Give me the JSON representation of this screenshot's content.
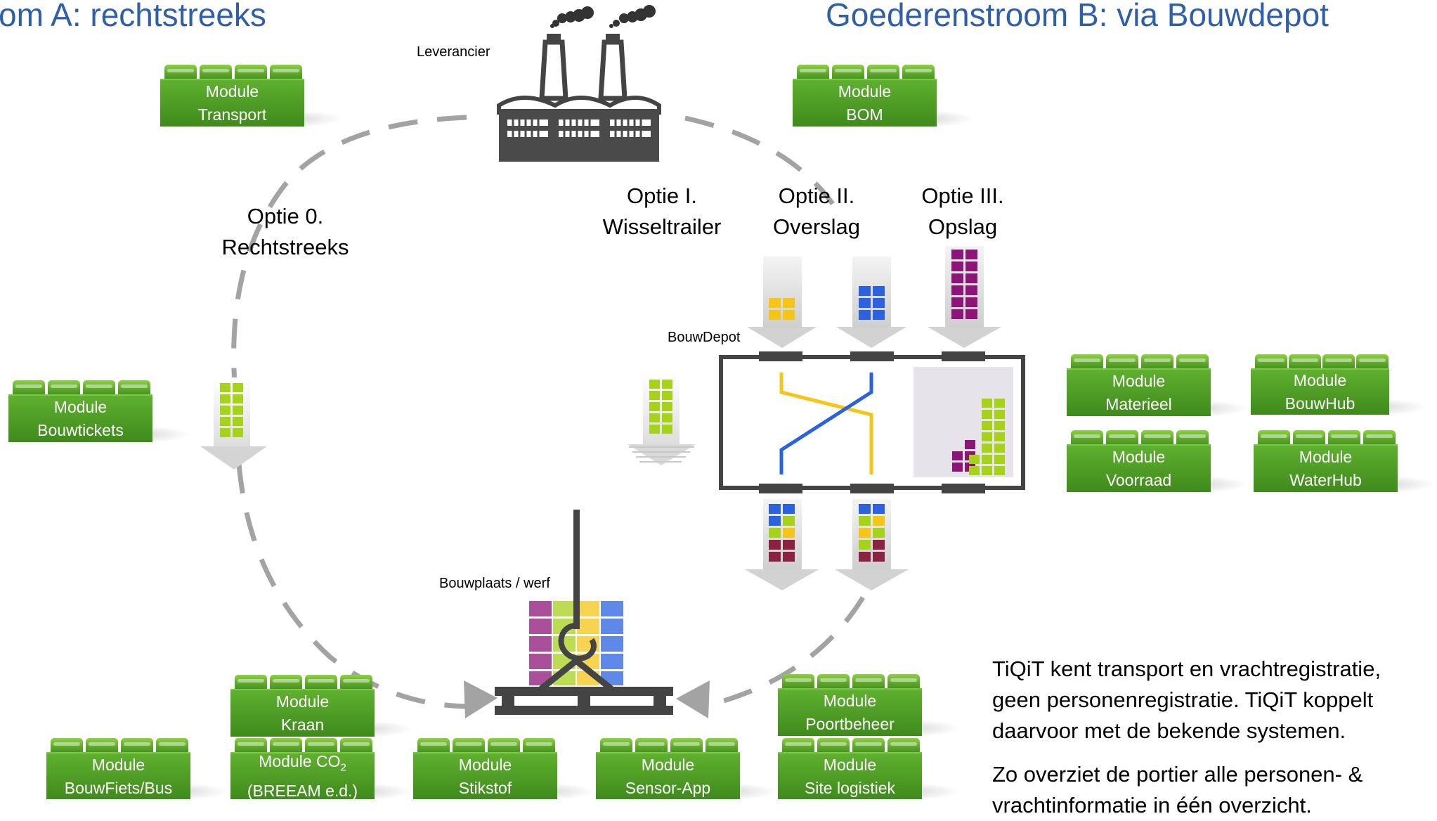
{
  "titles": {
    "left": "om A: rechtstreeks",
    "right": "Goederenstroom B: via Bouwdepot"
  },
  "labels": {
    "supplier": "Leverancier",
    "depot": "BouwDepot",
    "site": "Bouwplaats / werf"
  },
  "options": [
    {
      "line1": "Optie 0.",
      "line2": "Rechtstreeks"
    },
    {
      "line1": "Optie I.",
      "line2": "Wisseltrailer"
    },
    {
      "line1": "Optie II.",
      "line2": "Overslag"
    },
    {
      "line1": "Optie III.",
      "line2": "Opslag"
    }
  ],
  "modules": [
    {
      "id": "transport",
      "line1": "Module",
      "line2": "Transport"
    },
    {
      "id": "bom",
      "line1": "Module",
      "line2": "BOM"
    },
    {
      "id": "bouwtickets",
      "line1": "Module",
      "line2": "Bouwtickets"
    },
    {
      "id": "materieel",
      "line1": "Module",
      "line2": "Materieel"
    },
    {
      "id": "bouwhub",
      "line1": "Module",
      "line2": "BouwHub"
    },
    {
      "id": "voorraad",
      "line1": "Module",
      "line2": "Voorraad"
    },
    {
      "id": "waterhub",
      "line1": "Module",
      "line2": "WaterHub"
    },
    {
      "id": "kraan",
      "line1": "Module",
      "line2": "Kraan"
    },
    {
      "id": "bouwfiets",
      "line1": "Module",
      "line2": "BouwFiets/Bus"
    },
    {
      "id": "co2",
      "line1": "Module CO",
      "sub": "2",
      "line2": "(BREEAM e.d.)"
    },
    {
      "id": "stikstof",
      "line1": "Module",
      "line2": "Stikstof"
    },
    {
      "id": "sensor",
      "line1": "Module",
      "line2": "Sensor-App"
    },
    {
      "id": "poortbeheer",
      "line1": "Module",
      "line2": "Poortbeheer"
    },
    {
      "id": "sitelogistiek",
      "line1": "Module",
      "line2": "Site logistiek"
    }
  ],
  "paragraphs": {
    "p1_l1": "TiQiT kent transport en vrachtregistratie,",
    "p1_l2": "geen personenregistratie. TiQiT koppelt",
    "p1_l3": "daarvoor met de bekende systemen.",
    "p2_l1": "Zo overziet de portier alle personen- &",
    "p2_l2": "vrachtinformatie in één overzicht."
  },
  "colors": {
    "title": "#2e5fa8",
    "module_green": "#4c9e25",
    "arrow_gray": "#c9c9c9",
    "dash_gray": "#a0a0a0",
    "lime": "#a6d21a",
    "yellow": "#f5c518",
    "blue": "#2a62e0",
    "purple": "#8e1578",
    "maroon": "#8b2242"
  }
}
